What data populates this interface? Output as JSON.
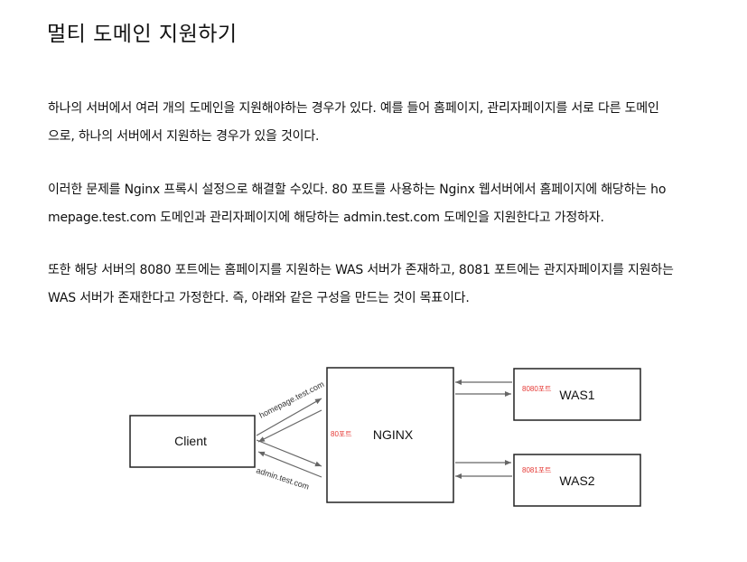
{
  "title": "멀티 도메인 지원하기",
  "paragraphs": [
    {
      "lines": [
        "하나의 서버에서 여러 개의 도메인을 지원해야하는 경우가 있다. 예를 들어 홈페이지, 관리자페이지를 서로 다른 도메인",
        "으로, 하나의 서버에서 지원하는 경우가 있을 것이다."
      ]
    },
    {
      "lines": [
        "이러한 문제를 Nginx 프록시 설정으로 해결할 수있다. 80 포트를 사용하는 Nginx 웹서버에서 홈페이지에 해당하는 ho",
        "mepage.test.com 도메인과 관리자페이지에 해당하는 admin.test.com 도메인을 지원한다고 가정하자."
      ]
    },
    {
      "lines": [
        "또한 해당 서버의 8080 포트에는 홈페이지를 지원하는 WAS 서버가 존재하고, 8081 포트에는 관지자페이지를 지원하는",
        "WAS 서버가 존재한다고 가정한다. 즉, 아래와 같은 구성을 만드는 것이 목표이다."
      ]
    }
  ],
  "diagram": {
    "client_label": "Client",
    "nginx_label": "NGINX",
    "nginx_port": "80포트",
    "was1_label": "WAS1",
    "was1_port": "8080포트",
    "was2_label": "WAS2",
    "was2_port": "8081포트",
    "edge_homepage": "homepage.test.com",
    "edge_admin": "admin.test.com",
    "colors": {
      "box_stroke": "#222222",
      "arrow": "#666666",
      "port_text": "#e53935"
    }
  }
}
